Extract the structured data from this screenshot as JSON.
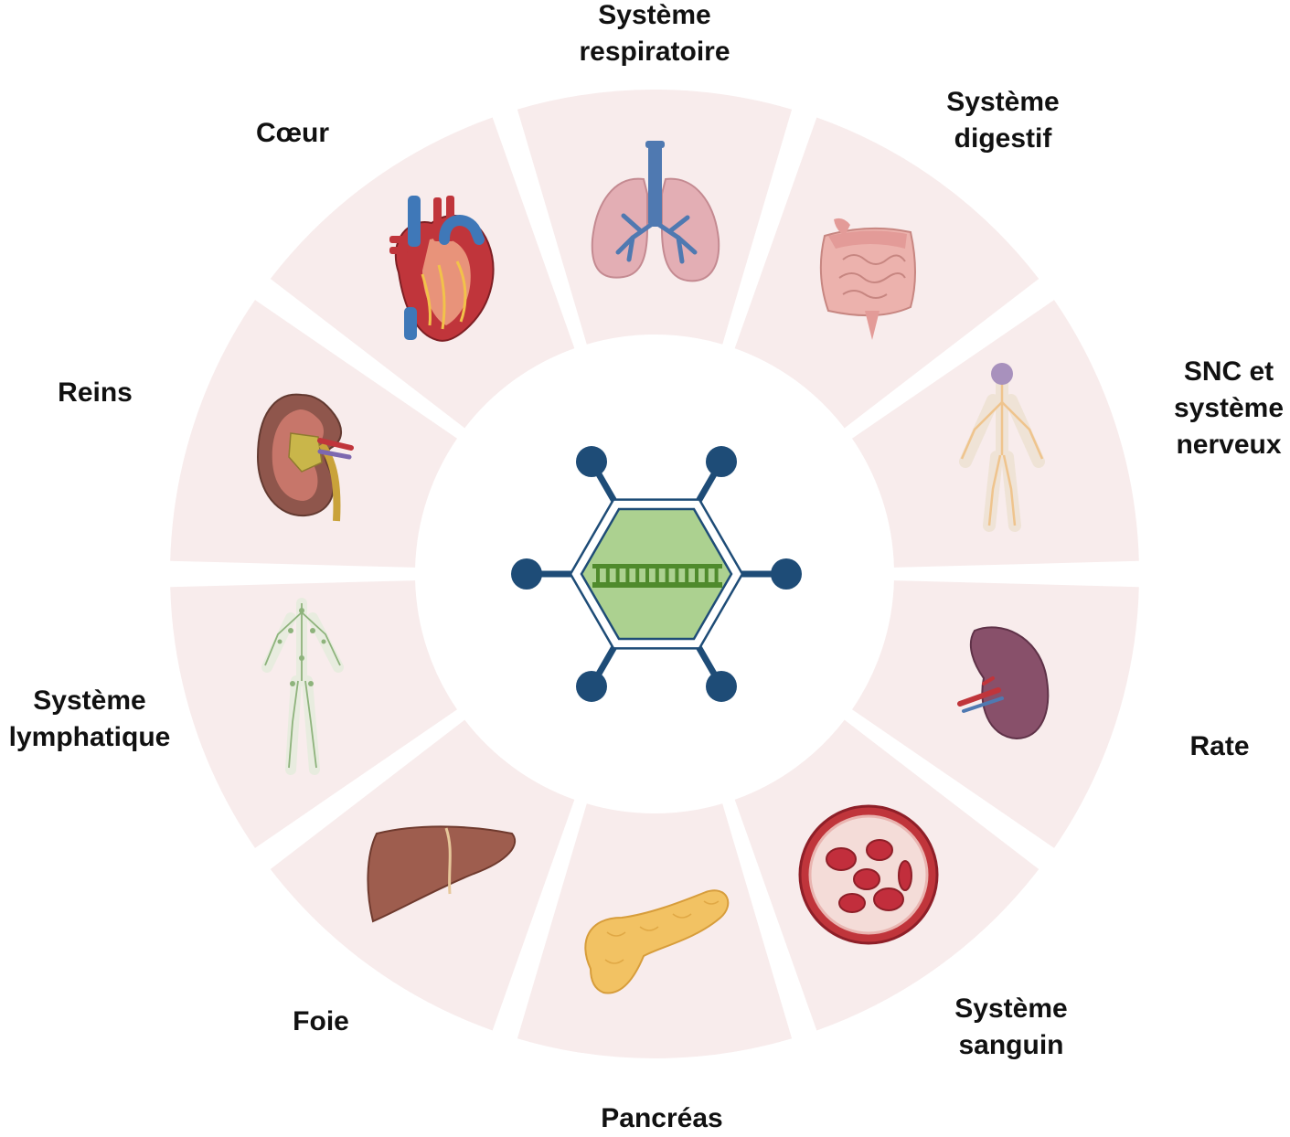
{
  "organs": [
    {
      "id": "systeme-respiratoire",
      "lines": [
        "Système",
        "respiratoire"
      ],
      "icon": "lungs-icon"
    },
    {
      "id": "systeme-digestif",
      "lines": [
        "Système",
        "digestif"
      ],
      "icon": "intestines-icon"
    },
    {
      "id": "snc-systeme-nerveux",
      "lines": [
        "SNC et",
        "système",
        "nerveux"
      ],
      "icon": "nervous-system-icon"
    },
    {
      "id": "rate",
      "lines": [
        "Rate"
      ],
      "icon": "spleen-icon"
    },
    {
      "id": "systeme-sanguin",
      "lines": [
        "Système",
        "sanguin"
      ],
      "icon": "blood-vessel-icon"
    },
    {
      "id": "pancreas",
      "lines": [
        "Pancréas"
      ],
      "icon": "pancreas-icon"
    },
    {
      "id": "foie",
      "lines": [
        "Foie"
      ],
      "icon": "liver-icon"
    },
    {
      "id": "systeme-lymphatique",
      "lines": [
        "Système",
        "lymphatique"
      ],
      "icon": "lymphatic-system-icon"
    },
    {
      "id": "reins",
      "lines": [
        "Reins"
      ],
      "icon": "kidney-icon"
    },
    {
      "id": "coeur",
      "lines": [
        "Cœur"
      ],
      "icon": "heart-icon"
    }
  ],
  "center": {
    "icon": "lipid-nanoparticle-mrna-icon"
  },
  "colors": {
    "segment": "#f8ecec",
    "navy": "#1e4c77",
    "particle_fill": "#acd190",
    "mrna": "#4f8a2c"
  }
}
